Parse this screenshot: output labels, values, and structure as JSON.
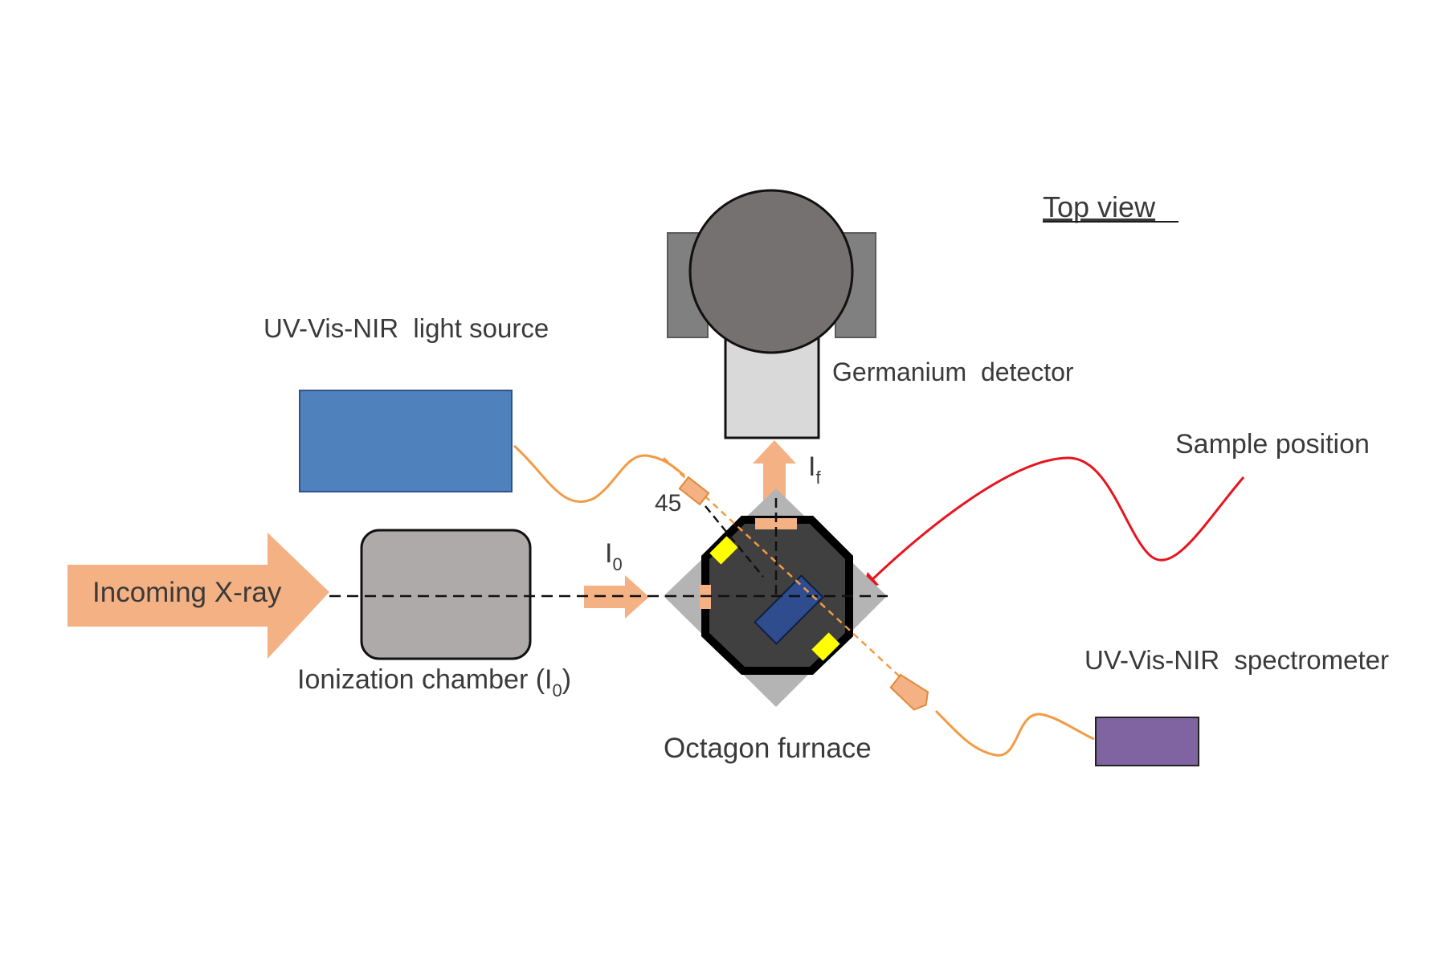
{
  "title": "Top view",
  "labels": {
    "light_source": "UV-Vis-NIR  light source",
    "germanium_detector": "Germanium  detector",
    "sample_position": "Sample position",
    "incoming_xray": "Incoming X-ray",
    "ionization_chamber_prefix": "Ionization chamber (I",
    "ionization_chamber_sub": "0",
    "ionization_chamber_suffix": ")",
    "beam_i0": "I",
    "beam_i0_sub": "0",
    "beam_if": "I",
    "beam_if_sub": "f",
    "angle": "45",
    "octagon_furnace": "Octagon furnace",
    "spectrometer": "UV-Vis-NIR  spectrometer"
  },
  "colors": {
    "xray_arrow": "#f4b183",
    "light_source_box": "#4f81bd",
    "spectrometer_box": "#8064a2",
    "chamber_fill": "#aeaaaa",
    "detector_body": "#767171",
    "detector_wings": "#808080",
    "detector_neck": "#d9d9d9",
    "furnace_square": "#b4b4b4",
    "furnace_inner": "#404040",
    "sample": "#2f4c8f",
    "window": "#ffff00",
    "fiber": "#f39a45",
    "pointer": "#e8141c"
  }
}
